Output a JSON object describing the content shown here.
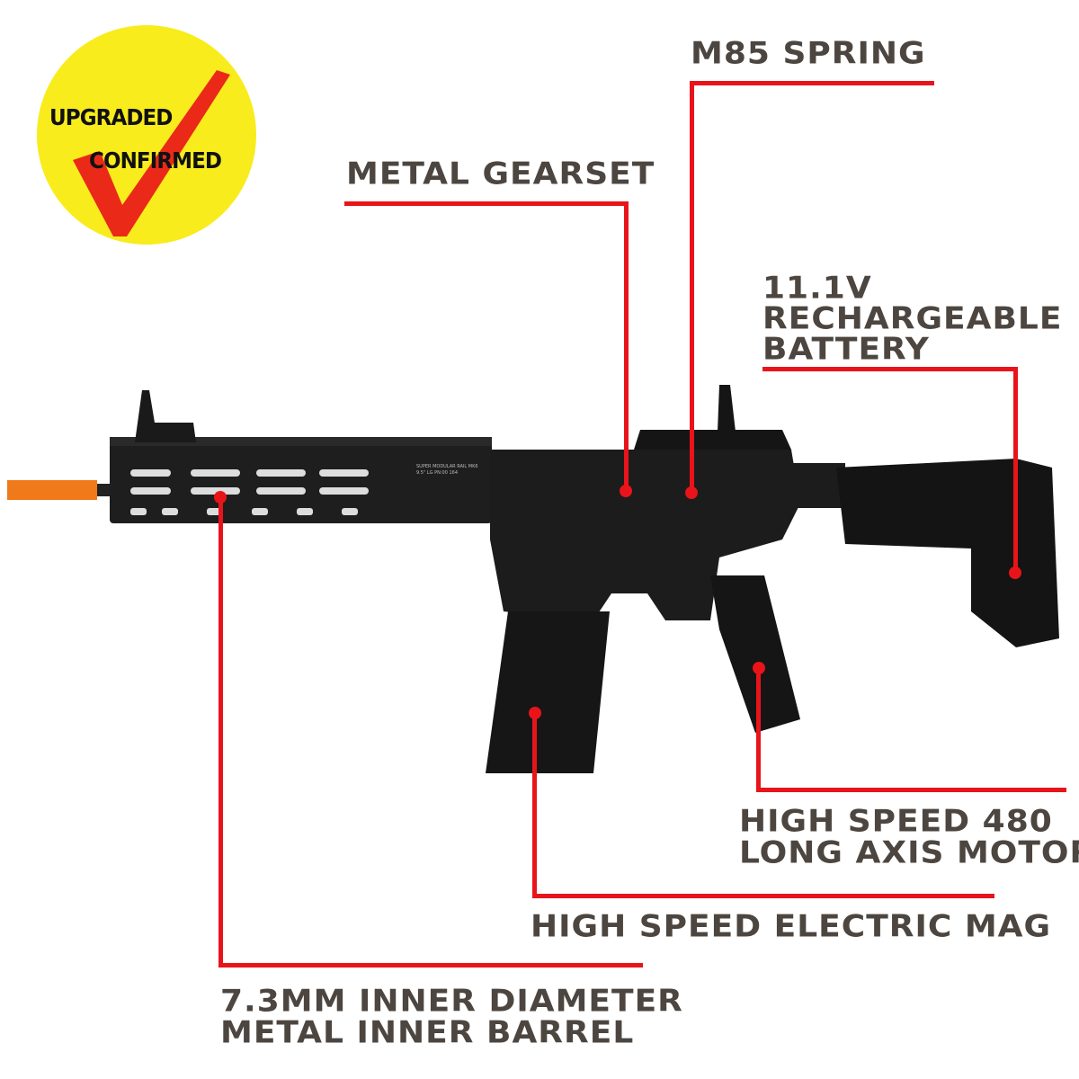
{
  "badge": {
    "line1": "UPGRADED",
    "line2": "CONFIRMED",
    "color": "#f8ec1c",
    "check_color": "#e8141a"
  },
  "rail_marking": {
    "line1": "SUPER MODULAR RAIL MK6",
    "line2": "9.5\" LG  PN:00  164"
  },
  "callouts": {
    "spring": "M85 SPRING",
    "gearset": "METAL GEARSET",
    "battery": [
      "11.1V",
      "RECHARGEABLE",
      "BATTERY"
    ],
    "motor": [
      "HIGH SPEED 480",
      "LONG  AXIS MOTOR"
    ],
    "mag": "HIGH SPEED ELECTRIC MAG",
    "barrel": [
      "7.3MM INNER DIAMETER",
      "METAL INNER BARREL"
    ]
  },
  "colors": {
    "leader": "#e8141a",
    "text": "#4d4640",
    "flash_hider": "#f07a1a"
  }
}
